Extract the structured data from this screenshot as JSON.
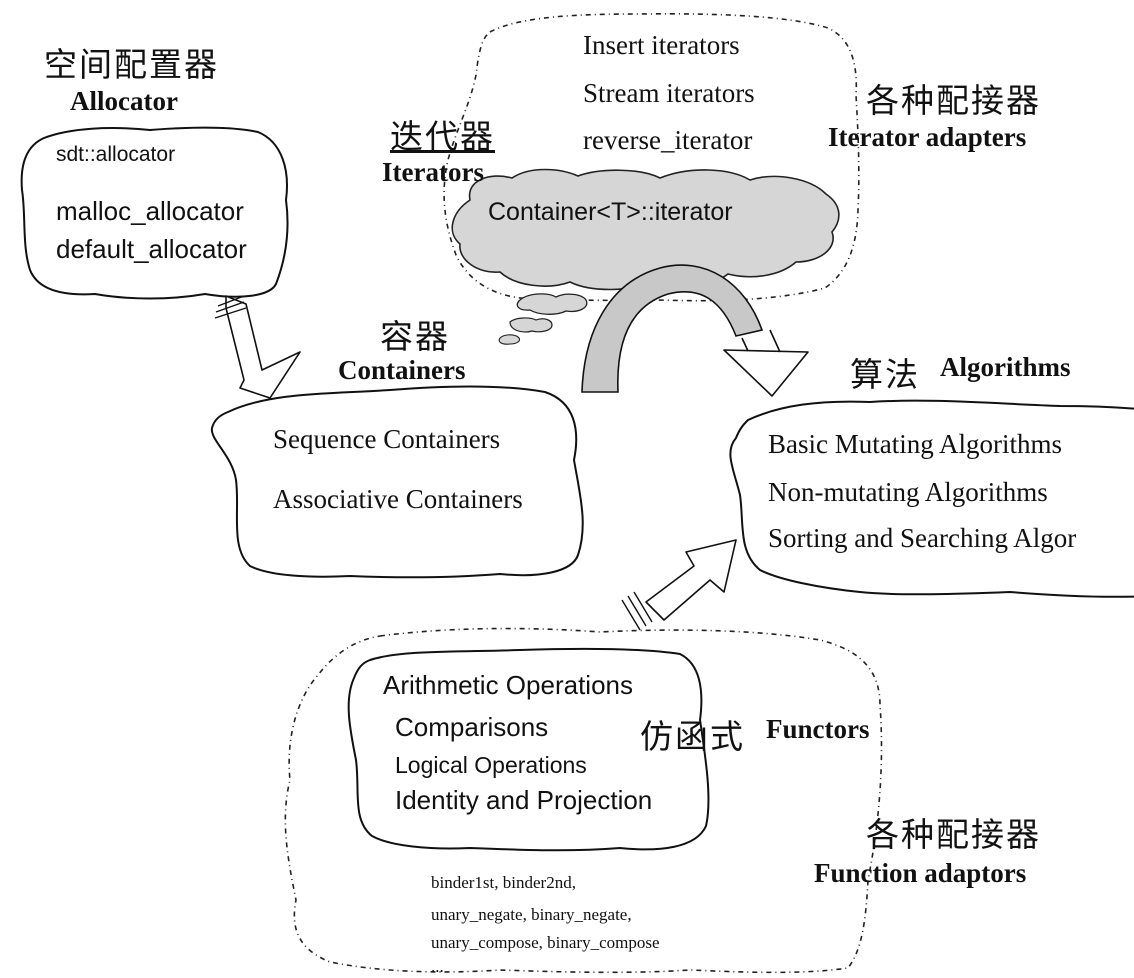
{
  "allocator": {
    "title_zh": "空间配置器",
    "title_en": "Allocator",
    "items": [
      "sdt::allocator",
      "malloc_allocator",
      "default_allocator"
    ]
  },
  "iterators": {
    "title_zh": "迭代器",
    "title_en": "Iterators",
    "core": "Container<T>::iterator"
  },
  "iterator_adapters": {
    "title_zh": "各种配接器",
    "title_en": "Iterator adapters",
    "items": [
      "Insert iterators",
      "Stream iterators",
      "reverse_iterator"
    ]
  },
  "containers": {
    "title_zh": "容器",
    "title_en": "Containers",
    "items": [
      "Sequence Containers",
      "Associative Containers"
    ]
  },
  "algorithms": {
    "title_zh": "算法",
    "title_en": "Algorithms",
    "items": [
      "Basic Mutating Algorithms",
      "Non-mutating Algorithms",
      "Sorting and Searching Algor"
    ]
  },
  "functors": {
    "title_zh": "仿函式",
    "title_en": "Functors",
    "items": [
      "Arithmetic Operations",
      "Comparisons",
      "Logical Operations",
      "Identity and Projection"
    ]
  },
  "function_adaptors": {
    "title_zh": "各种配接器",
    "title_en": "Function adaptors",
    "items": [
      "binder1st, binder2nd,",
      "unary_negate, binary_negate,",
      "unary_compose, binary_compose",
      "..."
    ]
  }
}
